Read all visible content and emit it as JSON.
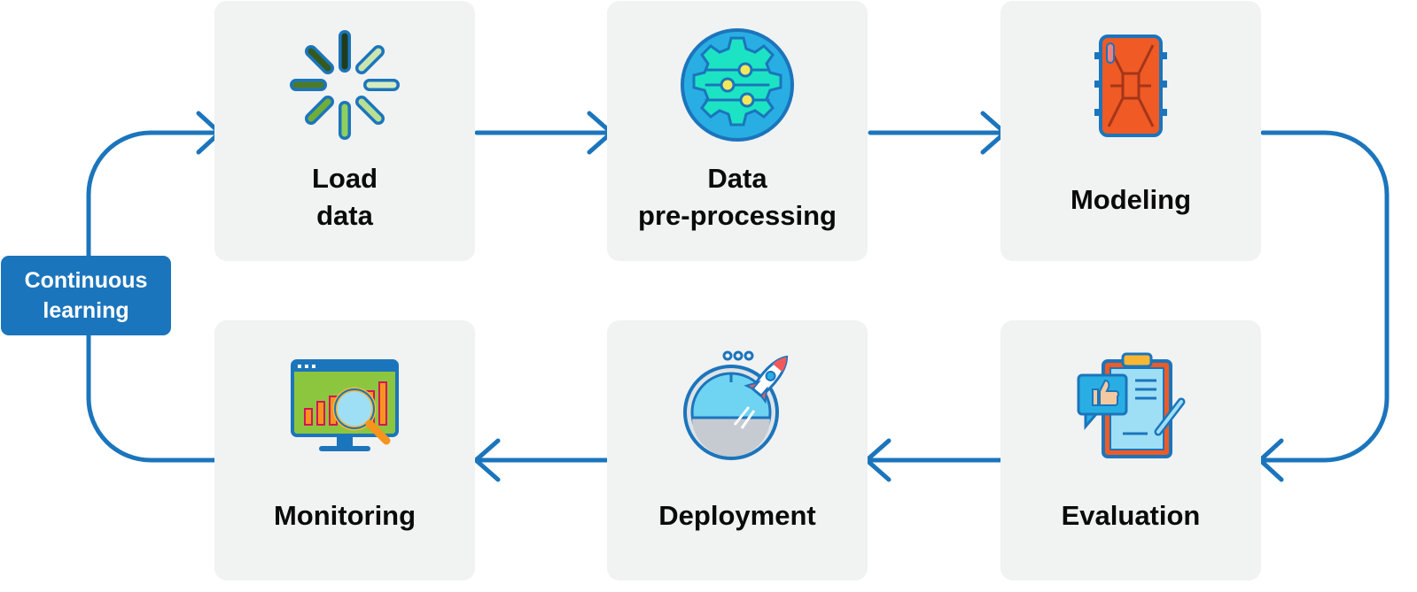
{
  "colors": {
    "accent": "#1b75bc",
    "card_bg": "#f1f2f2",
    "text": "#0a0a0a",
    "badge_text": "#ffffff"
  },
  "loop_label": {
    "line1": "Continuous",
    "line2": "learning"
  },
  "steps": [
    {
      "line1": "Load",
      "line2": "data",
      "icon": "loading-spinner-icon"
    },
    {
      "line1": "Data",
      "line2": "pre-processing",
      "icon": "gear-sliders-icon"
    },
    {
      "line1": "Modeling",
      "icon": "circuit-chip-icon"
    },
    {
      "line1": "Evaluation",
      "icon": "clipboard-thumbs-up-icon"
    },
    {
      "line1": "Deployment",
      "icon": "rocket-gauge-icon"
    },
    {
      "line1": "Monitoring",
      "icon": "monitor-chart-magnifier-icon"
    }
  ]
}
